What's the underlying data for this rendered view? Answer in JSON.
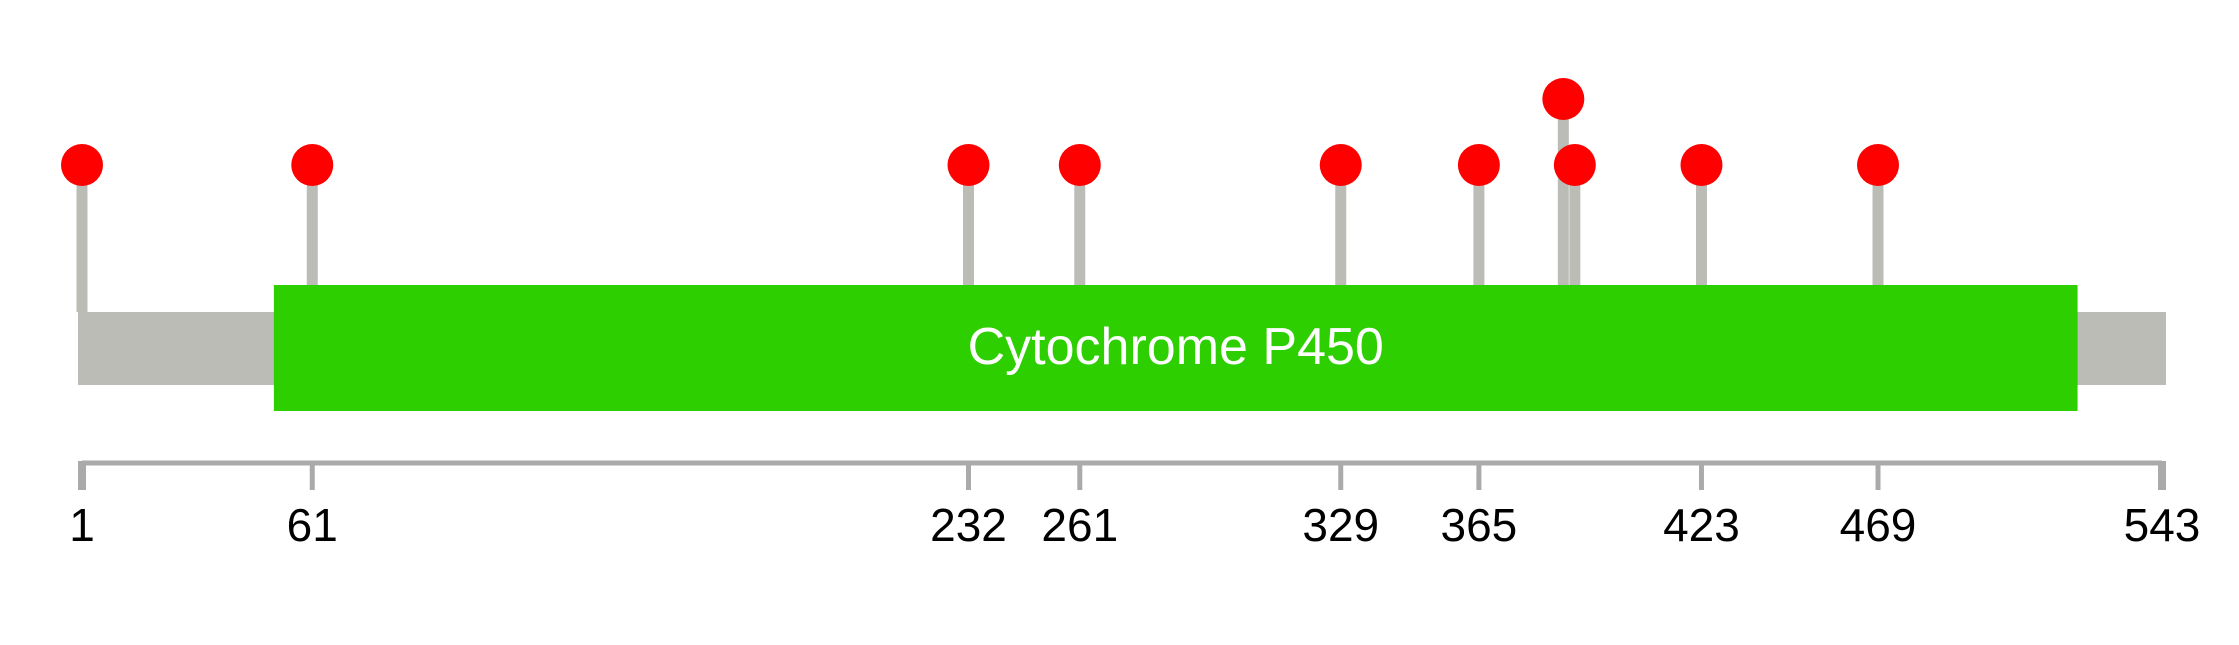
{
  "chart_data": {
    "type": "lollipop",
    "title": "",
    "protein_length": 543,
    "xlim": [
      1,
      543
    ],
    "domains": [
      {
        "name": "Cytochrome P450",
        "start": 51,
        "end": 521,
        "color": "#2ecf00"
      }
    ],
    "mutations": [
      {
        "position": 1,
        "count": 1
      },
      {
        "position": 61,
        "count": 1
      },
      {
        "position": 232,
        "count": 1
      },
      {
        "position": 261,
        "count": 1
      },
      {
        "position": 329,
        "count": 1
      },
      {
        "position": 365,
        "count": 1
      },
      {
        "position": 387,
        "count": 2
      },
      {
        "position": 390,
        "count": 1
      },
      {
        "position": 423,
        "count": 1
      },
      {
        "position": 469,
        "count": 1
      }
    ],
    "tick_labels": [
      "1",
      "61",
      "232",
      "261",
      "329",
      "365",
      "423",
      "469",
      "543"
    ],
    "colors": {
      "backbone": "#babcb5",
      "stem": "#babcb5",
      "head": "#ff0000",
      "axis": "#aaaaaa"
    }
  }
}
